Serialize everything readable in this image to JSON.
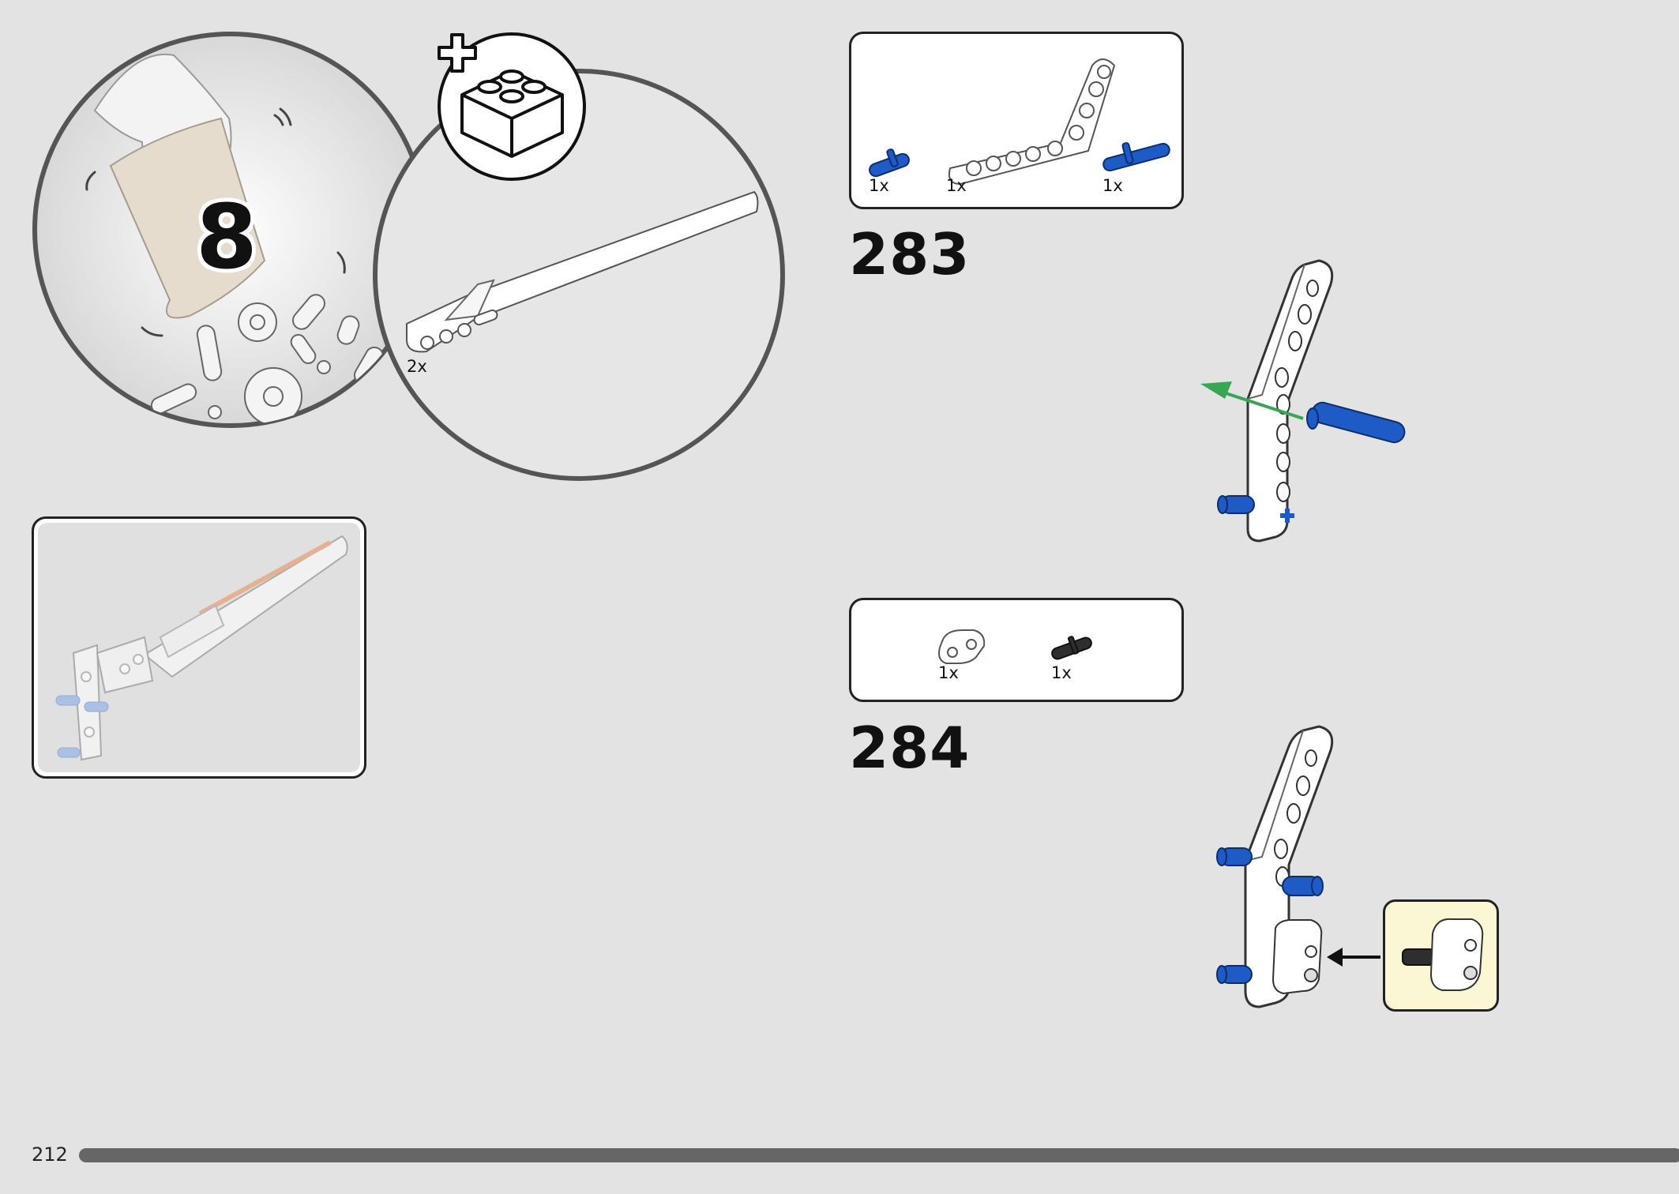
{
  "bag_callout": {
    "bag_number": "8",
    "qty": "2x"
  },
  "step_283": {
    "number": "283",
    "parts": [
      {
        "qty": "1x"
      },
      {
        "qty": "1x"
      },
      {
        "qty": "1x"
      }
    ]
  },
  "step_284": {
    "number": "284",
    "parts": [
      {
        "qty": "1x"
      },
      {
        "qty": "1x"
      }
    ]
  },
  "footer": {
    "page_number": "212"
  },
  "colors": {
    "background": "#e3e3e3",
    "pin_blue": "#1e5bc6",
    "arrow_green": "#3aa655",
    "callout_yellow": "#fbf6d3"
  }
}
